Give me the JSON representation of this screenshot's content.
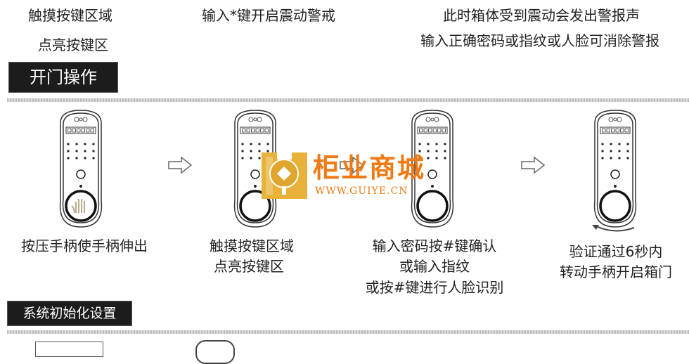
{
  "top": {
    "step1": [
      "触摸按键区域",
      "点亮按键区"
    ],
    "step2": "输入*键开启震动警戒",
    "step3": [
      "此时箱体受到震动会发出警报声",
      "输入正确密码或指纹或人脸可消除警报"
    ]
  },
  "open_section": {
    "title": "开门操作",
    "steps": [
      {
        "lines": [
          "按压手柄使手柄伸出"
        ]
      },
      {
        "lines": [
          "触摸按键区域",
          "点亮按键区"
        ]
      },
      {
        "lines": [
          "输入密码按#键确认",
          "或输入指纹",
          "或按#键进行人脸识别"
        ]
      },
      {
        "lines": [
          "验证通过6秒内",
          "转动手柄开启箱门"
        ]
      }
    ]
  },
  "init_section": {
    "title": "系统初始化设置"
  },
  "watermark": {
    "title": "柜业商城",
    "url": "WWW.GUIYE.CN"
  },
  "colors": {
    "watermark": "#f07a14",
    "logo": "#e8b23a"
  }
}
